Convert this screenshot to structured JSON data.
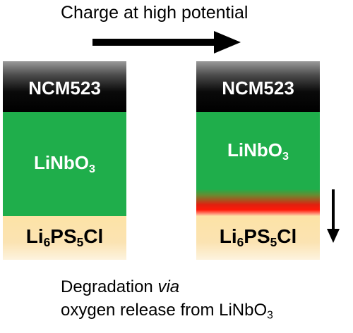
{
  "header": {
    "process_label": "Charge at high potential"
  },
  "left_stack": {
    "cathode": "NCM523",
    "coating_main": "LiNbO",
    "coating_sub": "3",
    "electrolyte_a": "Li",
    "electrolyte_sub1": "6",
    "electrolyte_b": "PS",
    "electrolyte_sub2": "5",
    "electrolyte_c": "Cl"
  },
  "right_stack": {
    "cathode": "NCM523",
    "coating_main": "LiNbO",
    "coating_sub": "3",
    "electrolyte_a": "Li",
    "electrolyte_sub1": "6",
    "electrolyte_b": "PS",
    "electrolyte_sub2": "5",
    "electrolyte_c": "Cl"
  },
  "caption": {
    "line1_main": "Degradation ",
    "line1_italic": "via",
    "line2_main": "oxygen release from LiNbO",
    "line2_sub": "3"
  },
  "colors": {
    "cathode": "#000000",
    "coating": "#1fae4b",
    "electrolyte": "#fde3a6",
    "degradation": "#ff1a0a"
  },
  "icons": {
    "process_arrow": "right-arrow-icon",
    "migration_arrow": "down-arrow-icon"
  }
}
